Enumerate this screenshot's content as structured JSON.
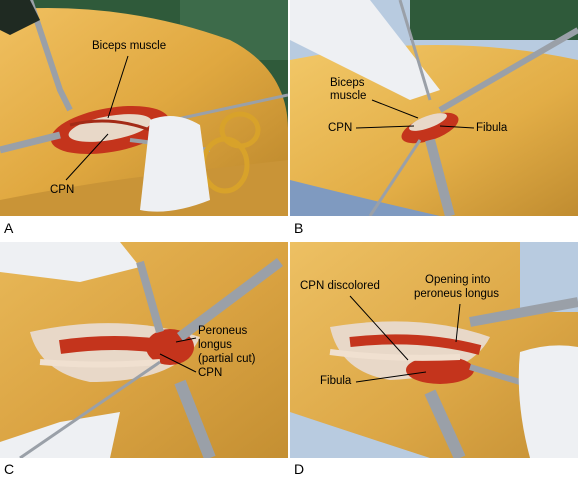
{
  "panels": {
    "a": {
      "letter": "A",
      "labels": {
        "biceps": "Biceps muscle",
        "cpn": "CPN"
      }
    },
    "b": {
      "letter": "B",
      "labels": {
        "biceps_1": "Biceps",
        "biceps_2": "muscle",
        "cpn": "CPN",
        "fibula": "Fibula"
      }
    },
    "c": {
      "letter": "C",
      "labels": {
        "peroneus_1": "Peroneus",
        "peroneus_2": "longus",
        "peroneus_3": "(partial cut)",
        "cpn": "CPN"
      }
    },
    "d": {
      "letter": "D",
      "labels": {
        "cpn_discolored": "CPN discolored",
        "opening_1": "Opening into",
        "opening_2": "peroneus longus",
        "fibula": "Fibula"
      }
    }
  },
  "colors": {
    "skin_drape": "#d8a94a",
    "drape_highlight": "#f0c86a",
    "wound": "#c4341c",
    "tissue": "#e8d8c8",
    "glove": "#eef0f3",
    "instrument": "#9aa0a8",
    "scissor_gold": "#d8a22a",
    "background_green": "#2f5a3a",
    "background_blue": "#b8cbe0"
  }
}
